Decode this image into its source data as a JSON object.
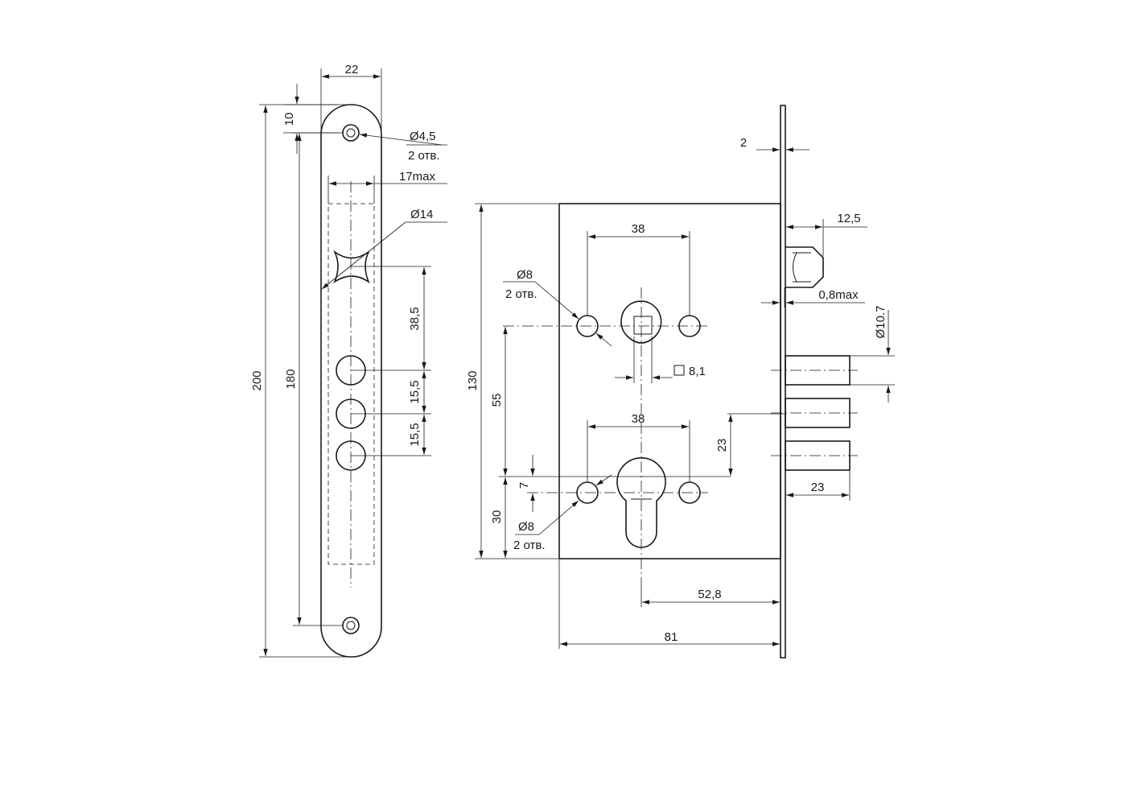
{
  "faceplate": {
    "width": "22",
    "top_offset": "10",
    "screw_hole": "Ø4,5",
    "screw_count": "2 отв.",
    "recess_width": "17max",
    "spindle_hole": "Ø14",
    "total_height": "200",
    "screw_spacing": "180",
    "spacing_1": "38,5",
    "spacing_2": "15,5",
    "spacing_3": "15,5"
  },
  "lock_body": {
    "faceplate_thickness": "2",
    "latch_projection": "12,5",
    "latch_gap": "0,8max",
    "bolt_diameter": "Ø10.7",
    "top_holes_spacing": "38",
    "top_holes_diameter": "Ø8",
    "top_holes_count": "2 отв.",
    "square_spindle": "8,1",
    "body_height": "130",
    "spindle_to_cylinder": "55",
    "bottom_holes_spacing": "38",
    "bottom_hole_offset": "7",
    "cylinder_to_bottom": "30",
    "bottom_holes_diameter": "Ø8",
    "bottom_holes_count": "2 отв.",
    "bolt_pitch": "23",
    "bolt_throw": "23",
    "backset": "52,8",
    "body_depth": "81"
  }
}
